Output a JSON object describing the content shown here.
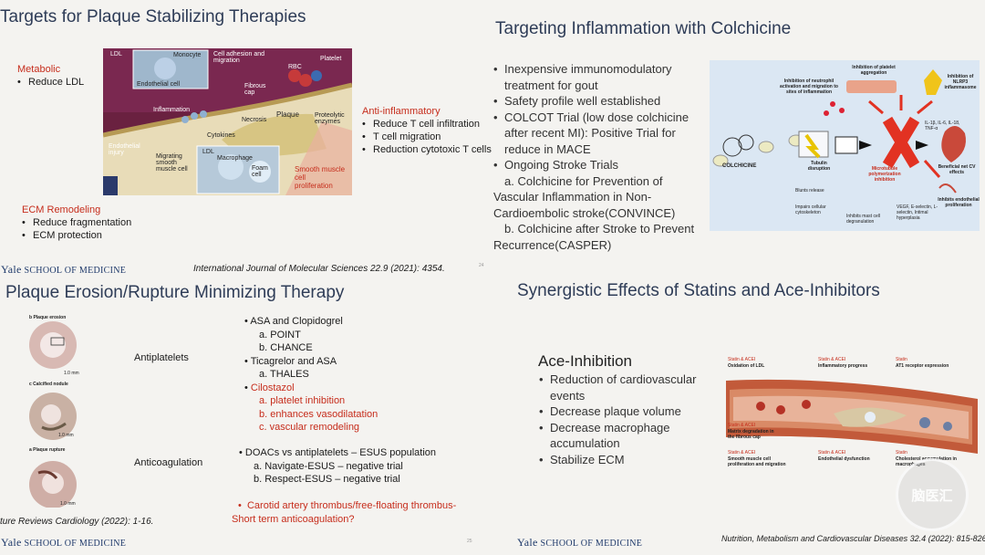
{
  "slide1": {
    "title": "Targets for Plaque Stabilizing Therapies",
    "metabolic": {
      "heading": "Metabolic",
      "items": [
        "Reduce LDL"
      ]
    },
    "anti_inflammatory": {
      "heading": "Anti-inflammatory",
      "items": [
        "Reduce T cell infiltration",
        "T cell migration",
        "Reduction cytotoxic T cells"
      ]
    },
    "ecm": {
      "heading": "ECM Remodeling",
      "items": [
        "Reduce fragmentation",
        "ECM protection"
      ]
    },
    "figure_labels": {
      "ldl": "LDL",
      "monocyte": "Monocyte",
      "endothelial_cell": "Endothelial cell",
      "cell_adhesion": "Cell adhesion and migration",
      "rbc": "RBC",
      "platelet": "Platelet",
      "fibrous_cap": "Fibrous cap",
      "inflammation": "Inflammation",
      "necrosis": "Necrosis",
      "plaque": "Plaque",
      "proteolytic": "Proteolytic enzymes",
      "cytokines": "Cytokines",
      "endothelial_injury": "Endothelial injury",
      "migrating": "Migrating smooth muscle cell",
      "ldl2": "LDL",
      "macrophage": "Macrophage",
      "foam_cell": "Foam cell",
      "smooth_prolif": "Smooth muscle cell proliferation"
    },
    "yale": {
      "y": "Yale",
      "rest": "SCHOOL OF MEDICINE"
    },
    "citation": "International Journal of Molecular Sciences 22.9 (2021): 4354.",
    "page": "24"
  },
  "slide2": {
    "title": "Targeting Inflammation with Colchicine",
    "bullets": [
      {
        "text": "Inexpensive immunomodulatory treatment for gout",
        "sub": false
      },
      {
        "text": "Safety profile well established",
        "sub": false
      },
      {
        "text": "COLCOT Trial (low dose colchicine after recent MI): Positive Trial for reduce in MACE",
        "sub": false
      },
      {
        "text": "Ongoing Stroke Trials",
        "sub": false
      },
      {
        "text": "a. Colchicine for Prevention of Vascular Inflammation in Non-Cardioembolic stroke(CONVINCE)",
        "sub": true
      },
      {
        "text": "b. Colchicine after Stroke to Prevent Recurrence(CASPER)",
        "sub": true
      }
    ],
    "figure_labels": {
      "colchicine": "COLCHICINE",
      "tubulin": "Tubulin disruption",
      "neutrophil": "Inhibition of neutrophil activation and migration to sites of inflammation",
      "platelet_agg": "Inhibition of platelet aggregation",
      "nlrp3": "Inhibition of NLRP3 inflammasome",
      "interleukins": "IL-1β, IL-6, IL-18, TNF-α",
      "microtubule": "Microtubule polymerization inhibition",
      "beneficial": "Beneficial net CV effects",
      "endothelial": "Inhibits endothelial proliferation",
      "blunts": "Blunts release",
      "impairs": "Impairs cellular cytoskeleton",
      "mast": "Inhibits mast cell degranulation",
      "vegf": "VEGF, E-selectin, L-selectin, Intimal hyperplasia"
    }
  },
  "slide3": {
    "title": "Plaque Erosion/Rupture Minimizing Therapy",
    "panel_labels": [
      "b Plaque erosion",
      "c Calcified nodule",
      "a Plaque rupture"
    ],
    "scale_labels": [
      "1.0 mm",
      "1.0 mm",
      "1.0 mm"
    ],
    "antiplatelets_label": "Antiplatelets",
    "anticoag_label": "Anticoagulation",
    "list1": [
      {
        "text": "ASA and Clopidogrel",
        "level": 0,
        "red": false
      },
      {
        "text": "a. POINT",
        "level": 1,
        "red": false
      },
      {
        "text": "b. CHANCE",
        "level": 1,
        "red": false
      },
      {
        "text": "Ticagrelor and ASA",
        "level": 0,
        "red": false
      },
      {
        "text": "a. THALES",
        "level": 1,
        "red": false
      },
      {
        "text": "Cilostazol",
        "level": 0,
        "red": true
      },
      {
        "text": "a. platelet inhibition",
        "level": 1,
        "red": true
      },
      {
        "text": "b. enhances vasodilatation",
        "level": 1,
        "red": true
      },
      {
        "text": "c. vascular remodeling",
        "level": 1,
        "red": true
      }
    ],
    "list2": [
      {
        "text": "DOACs vs antiplatelets – ESUS population",
        "level": 0
      },
      {
        "text": "a. Navigate-ESUS – negative trial",
        "level": 1
      },
      {
        "text": "b. Respect-ESUS –  negative trial",
        "level": 1
      }
    ],
    "carotid": "Carotid artery thrombus/free-floating thrombus-Short term anticoagulation?",
    "citation": "ture Reviews Cardiology (2022): 1-16.",
    "yale": {
      "y": "Yale",
      "rest": "SCHOOL OF MEDICINE"
    },
    "page": "25"
  },
  "slide4": {
    "title": "Synergistic Effects of Statins and Ace-Inhibitors",
    "heading": "Ace-Inhibition",
    "bullets": [
      "Reduction of cardiovascular events",
      "Decrease plaque volume",
      "Decrease macrophage accumulation",
      "Stabilize ECM"
    ],
    "figure_labels": {
      "t1": "Statin & ACEI",
      "c1": "Oxidation of LDL",
      "t2": "Statin & ACEI",
      "c2": "Inflammatory progress",
      "t3": "Statin",
      "c3": "AT1 receptor expression",
      "t4": "Statin & ACEI",
      "c4": "Matrix degradation in the fibrous cap",
      "t5": "Statin & ACEI",
      "c5": "Smooth muscle cell proliferation and migration",
      "t6": "Statin & ACEI",
      "c6": "Endothelial dysfunction",
      "t7": "Statin",
      "c7": "Cholesterol accumulation in macrophages"
    },
    "yale": {
      "y": "Yale",
      "rest": "SCHOOL OF MEDICINE"
    },
    "citation": "Nutrition, Metabolism and Cardiovascular Diseases 32.4 (2022): 815-826.",
    "watermark": "脑医汇"
  }
}
